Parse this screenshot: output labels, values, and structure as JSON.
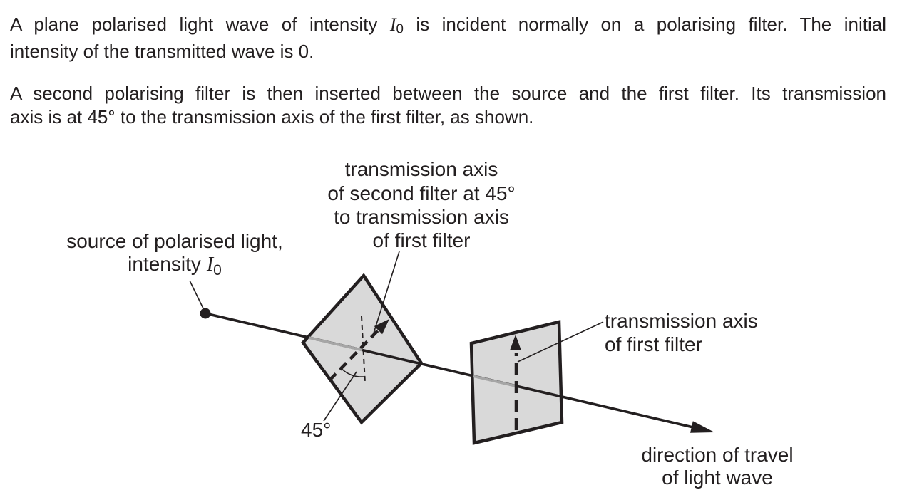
{
  "page": {
    "background": "#ffffff",
    "text_color": "#231f20"
  },
  "intro": {
    "p1": {
      "line1_pre": "A plane polarised light wave of intensity ",
      "intensity_symbol": "I",
      "intensity_sub": "0",
      "line1_post": " is incident normally on a polarising filter. The initial",
      "line2": "intensity of the transmitted wave is 0."
    },
    "p2": {
      "line1": "A second polarising filter is then inserted between the source and the first filter. Its transmission",
      "line2": "axis is at 45° to the transmission axis of the first filter, as shown."
    }
  },
  "diagram": {
    "second_filter_axis_label": {
      "lines": [
        "transmission axis",
        "of second filter at 45°",
        "to transmission axis",
        "of first filter"
      ]
    },
    "source_label": {
      "line1": "source of polarised light,",
      "line2_pre": "intensity",
      "intensity_symbol": "I",
      "intensity_sub": "0"
    },
    "first_filter_axis_label": {
      "lines": [
        "transmission axis",
        "of first filter"
      ]
    },
    "angle_label": "45°",
    "direction_label": {
      "lines": [
        "direction of travel",
        "of light wave"
      ]
    },
    "colors": {
      "filter_fill": "#d9d9d9",
      "outline": "#231f20",
      "ray_front": "#231f20",
      "ray_behind": "#a6a6a6"
    }
  }
}
